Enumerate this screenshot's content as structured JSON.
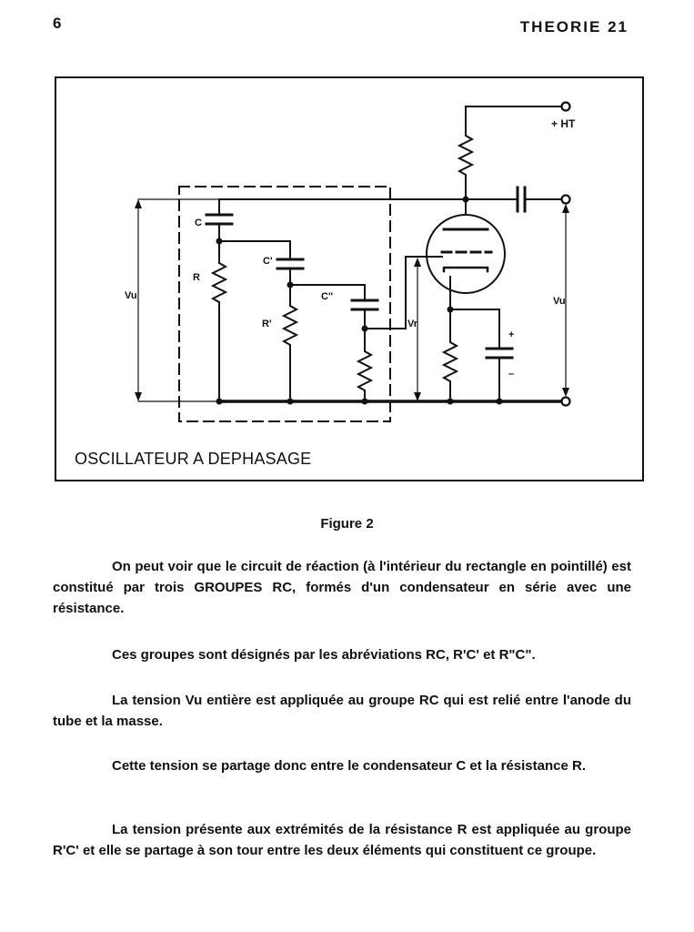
{
  "header": {
    "page_number": "6",
    "running_title": "THEORIE 21"
  },
  "figure": {
    "title": "OSCILLATEUR A DEPHASAGE",
    "labels": {
      "ht": "+ HT",
      "c": "C",
      "c_prime": "C'",
      "c_second": "C''",
      "r": "R",
      "r_prime": "R'",
      "vu_left": "Vu",
      "vu_right": "Vu",
      "vr": "Vr",
      "plus": "+",
      "minus": "–"
    },
    "caption": "Figure 2"
  },
  "body": {
    "paragraphs": [
      "On peut voir que le circuit de réaction (à l'intérieur du rectangle en pointillé) est constitué par trois GROUPES RC, formés d'un condensateur en série avec une résistance.",
      "Ces groupes sont désignés par les abréviations RC, R'C' et R\"C\".",
      "La tension Vu entière est appliquée au groupe RC qui est relié entre l'anode du tube et la masse.",
      "Cette tension se partage donc entre le condensateur C et la résistance R.",
      "La tension présente aux extrémités de la résistance R est appliquée au groupe R'C' et elle se partage à son tour entre les deux éléments qui constituent ce groupe."
    ]
  }
}
